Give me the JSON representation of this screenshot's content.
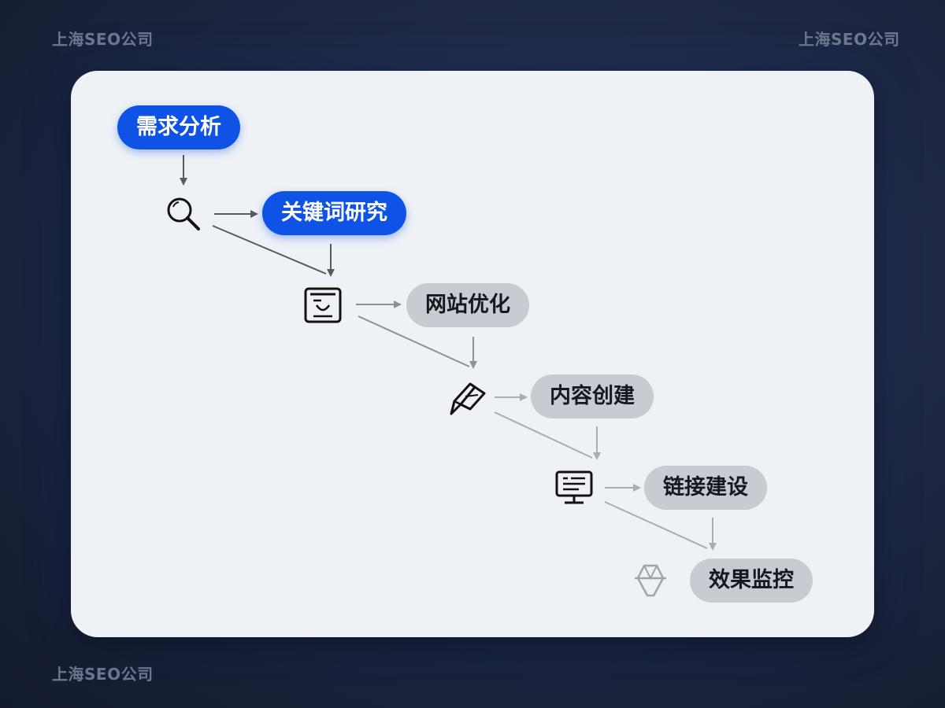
{
  "watermark": {
    "top_left": "上海SEO公司",
    "top_right": "上海SEO公司",
    "bottom_left": "上海SEO公司"
  },
  "flow": {
    "steps": [
      {
        "label": "需求分析",
        "style": "blue"
      },
      {
        "label": "关键词研究",
        "style": "blue",
        "icon": "search-icon"
      },
      {
        "label": "网站优化",
        "style": "gray",
        "icon": "document-icon"
      },
      {
        "label": "内容创建",
        "style": "gray",
        "icon": "pencil-icon"
      },
      {
        "label": "链接建设",
        "style": "gray",
        "icon": "monitor-icon"
      },
      {
        "label": "效果监控",
        "style": "gray",
        "icon": "diamond-icon"
      }
    ]
  },
  "colors": {
    "accent_blue": "#0f53e6",
    "pill_gray": "#c8cbd2",
    "card_bg": "#eef1f6",
    "page_bg": "#1c2640"
  }
}
